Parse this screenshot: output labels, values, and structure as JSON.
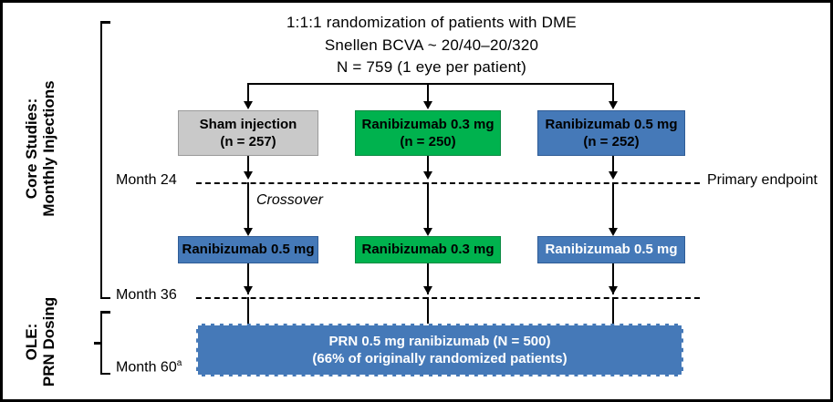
{
  "figure": {
    "header": {
      "line1": "1:1:1 randomization of patients with DME",
      "line2": "Snellen BCVA ~ 20/40–20/320",
      "line3": "N = 759 (1 eye per patient)"
    },
    "side_labels": {
      "core": "Core Studies:\nMonthly Injections",
      "core_line1": "Core Studies:",
      "core_line2": "Monthly Injections",
      "ole_line1": "OLE:",
      "ole_line2": "PRN Dosing"
    },
    "arms": [
      {
        "name": "sham",
        "line1": "Sham injection",
        "line2": "(n = 257)",
        "color": "#c9c9c9",
        "text_color": "#000000"
      },
      {
        "name": "ranibizumab-0.3",
        "line1": "Ranibizumab 0.3 mg",
        "line2": "(n = 250)",
        "color": "#00b24e",
        "text_color": "#000000"
      },
      {
        "name": "ranibizumab-0.5",
        "line1": "Ranibizumab 0.5 mg",
        "line2": "(n = 252)",
        "color": "#4579b8",
        "text_color": "#000000"
      }
    ],
    "crossover_arms": [
      {
        "name": "crossover-sham-to-0.5",
        "label": "Ranibizumab 0.5 mg",
        "color": "#4579b8",
        "text_color": "#000000"
      },
      {
        "name": "crossover-0.3",
        "label": "Ranibizumab 0.3 mg",
        "color": "#00b24e",
        "text_color": "#000000"
      },
      {
        "name": "crossover-0.5",
        "label": "Ranibizumab 0.5 mg",
        "color": "#4579b8",
        "text_color": "#ffffff"
      }
    ],
    "timeline": {
      "month24": "Month 24",
      "month24_note": "Primary endpoint",
      "crossover_note": "Crossover",
      "month36": "Month 36",
      "month60": "Month 60",
      "month60_footnote": "a"
    },
    "ole_box": {
      "line1": "PRN 0.5 mg ranibizumab (N = 500)",
      "line2": "(66% of originally randomized patients)"
    },
    "colors": {
      "gray": "#c9c9c9",
      "green": "#00b24e",
      "blue": "#4579b8",
      "frame": "#000000"
    }
  }
}
